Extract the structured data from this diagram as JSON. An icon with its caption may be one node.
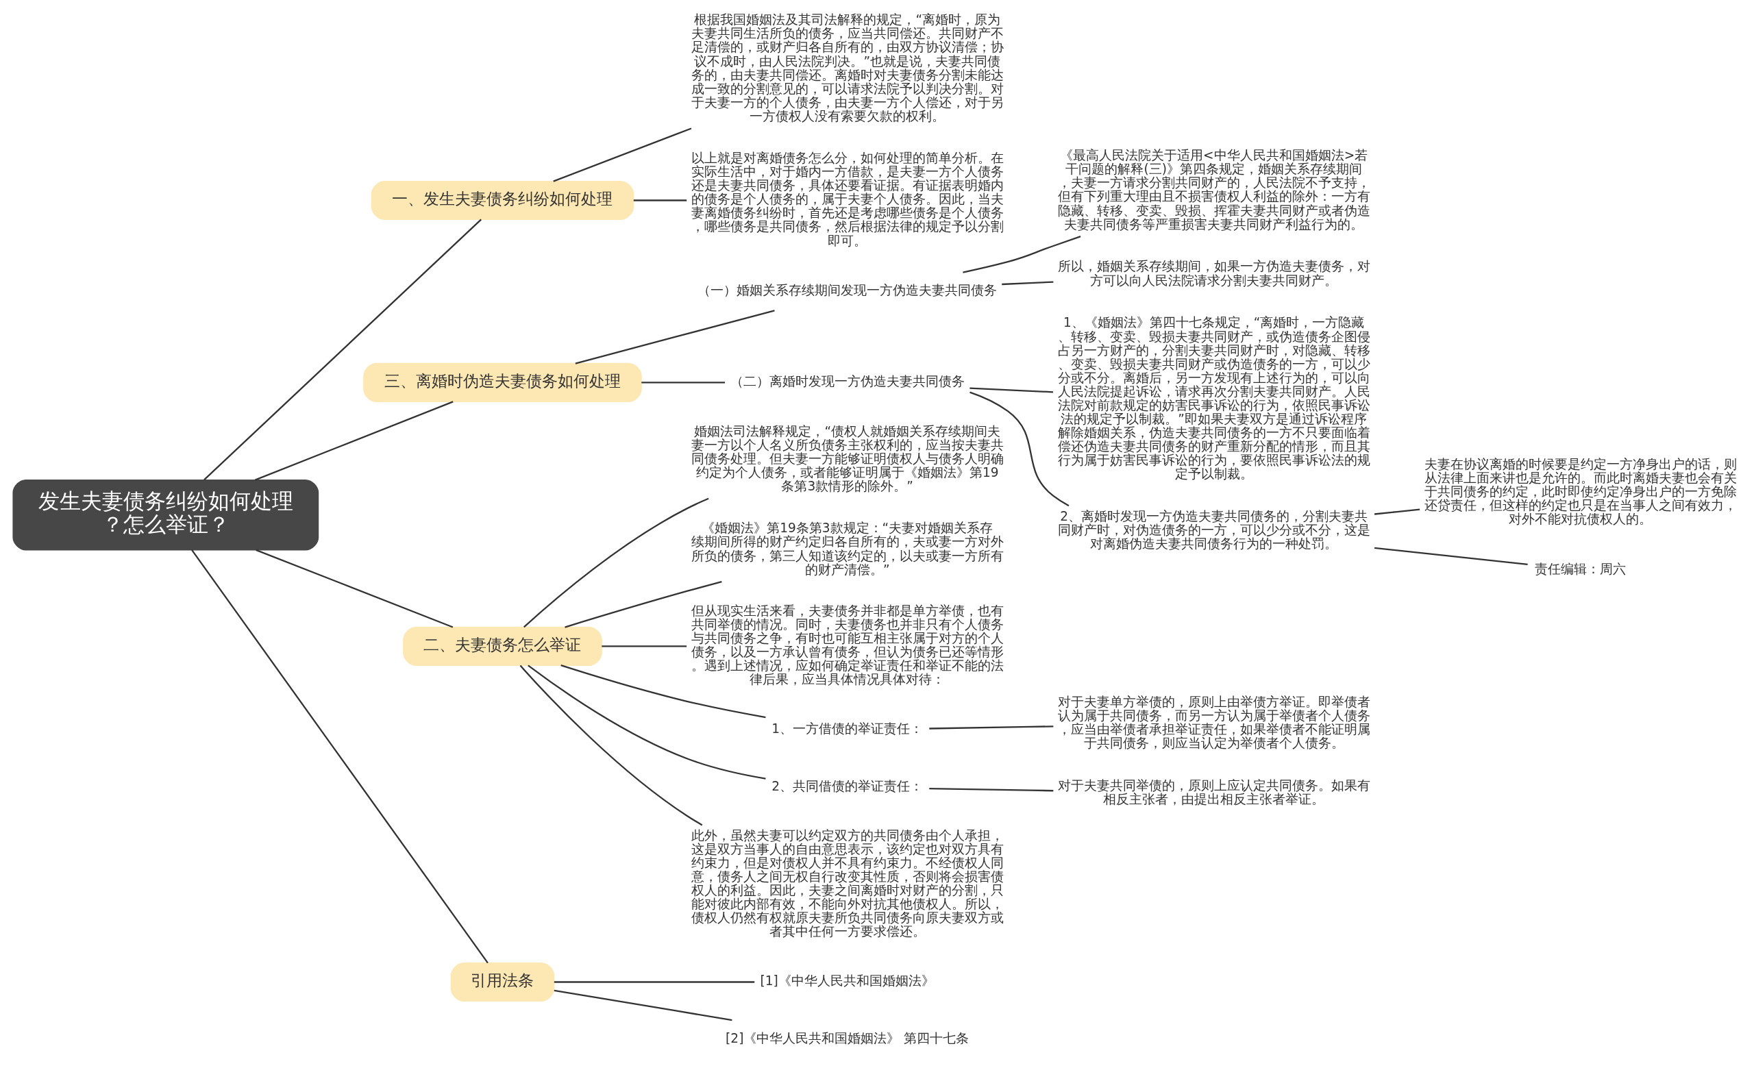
{
  "diagram": {
    "nodes": [
      {
        "text": [
          "发生夫妻债务纠纷如何处理？怎么举证？"
        ]
      },
      {
        "text": [
          "一、发生夫妻债务纠纷如何处理"
        ]
      },
      {
        "text": [
          "根据我国婚姻法及其司法解释的规定，“离婚时，原为夫妻共同生活所负的债务，应当共同偿还。共同财产不足清偿的，或财产归各自所有的，由双方协议清偿；协议不成时，由人民法院判决。”也就是说，夫妻共同债务的，由夫妻共同偿还。离婚时对夫妻债务分割未能达成一致的分割意见的，可以请求法院予以判决分割。对于夫妻一方的个人债务，由夫妻一方个人偿还，对于另一方债权人没有索要欠款的权利。"
        ]
      },
      {
        "text": [
          "以上就是对离婚债务怎么分，如何处理的简单分析。在实际生活中，对于婚内一方借款，是夫妻一方个人债务还是夫妻共同债务，具体还要看证据。有证据表明婚内的债务是个人债务的，属于夫妻个人债务。因此，当夫妻离婚债务纠纷时，首先还是考虑哪些债务是个人债务，哪些债务是共同债务，然后根据法律的规定予以分割即可。"
        ]
      },
      {
        "text": [
          "三、离婚时伪造夫妻债务如何处理"
        ]
      },
      {
        "text": [
          "（一）婚姻关系存续期间发现一方伪造夫妻共同债务"
        ]
      },
      {
        "text": [
          "《最高人民法院关于适用<中华人民共和国婚姻法>若干问题的解释(三)》第四条规定，婚姻关系存续期间，夫妻一方请求分割共同财产的，人民法院不予支持，但有下列重大理由且不损害债权人利益的除外：一方有隐藏、转移、变卖、毁损、挥霍夫妻共同财产或者伪造夫妻共同债务等严重损害夫妻共同财产利益行为的。"
        ]
      },
      {
        "text": [
          "所以，婚姻关系存续期间，如果一方伪造夫妻债务，对方可以向人民法院请求分割夫妻共同财产。"
        ]
      },
      {
        "text": [
          "（二）离婚时发现一方伪造夫妻共同债务"
        ]
      },
      {
        "text": [
          "1、《婚姻法》第四十七条规定，“离婚时，一方隐藏、转移、变卖、毁损夫妻共同财产，或伪造债务企图侵占另一方财产的，分割夫妻共同财产时，对隐藏、转移、变卖、毁损夫妻共同财产或伪造债务的一方，可以少分或不分。离婚后，另一方发现有上述行为的，可以向人民法院提起诉讼，请求再次分割夫妻共同财产。人民法院对前款规定的妨害民事诉讼的行为，依照民事诉讼法的规定予以制裁。”即如果夫妻双方是通过诉讼程序解除婚姻关系，伪造夫妻共同债务的一方不只要面临着偿还伪造夫妻共同债务的财产重新分配的情形，而且其行为属于妨害民事诉讼的行为，要依照民事诉讼法的规定予以制裁。"
        ]
      },
      {
        "text": [
          "2、离婚时发现一方伪造夫妻共同债务的，分割夫妻共同财产时，对伪造债务的一方，可以少分或不分，这是对离婚伪造夫妻共同债务行为的一种处罚。"
        ]
      },
      {
        "text": [
          "夫妻在协议离婚的时候要是约定一方净身出户的话，则从法律上面来讲也是允许的。而此时离婚夫妻也会有关于共同债务的约定，此时即使约定净身出户的一方免除还贷责任，但这样的约定也只是在当事人之间有效力，对外不能对抗债权人的。"
        ]
      },
      {
        "text": [
          "责任编辑：周六"
        ]
      },
      {
        "text": [
          "二、夫妻债务怎么举证"
        ]
      },
      {
        "text": [
          "婚姻法司法解释规定，“债权人就婚姻关系存续期间夫妻一方以个人名义所负债务主张权利的，应当按夫妻共同债务处理。但夫妻一方能够证明债权人与债务人明确约定为个人债务，或者能够证明属于《婚姻法》第19条第3款情形的除外。”"
        ]
      },
      {
        "text": [
          "《婚姻法》第19条第3款规定：“夫妻对婚姻关系存续期间所得的财产约定归各自所有的，夫或妻一方对外所负的债务，第三人知道该约定的，以夫或妻一方所有的财产清偿。”"
        ]
      },
      {
        "text": [
          "但从现实生活来看，夫妻债务并非都是单方举债，也有共同举债的情况。同时，夫妻债务也并非只有个人债务与共同债务之争，有时也可能互相主张属于对方的个人债务，以及一方承认曾有债务，但认为债务已还等情形。遇到上述情况，应如何确定举证责任和举证不能的法律后果，应当具体情况具体对待："
        ]
      },
      {
        "text": [
          "1、一方借债的举证责任："
        ]
      },
      {
        "text": [
          "对于夫妻单方举债的，原则上由举债方举证。即举债者认为属于共同债务，而另一方认为属于举债者个人债务，应当由举债者承担举证责任，如果举债者不能证明属于共同债务，则应当认定为举债者个人债务。"
        ]
      },
      {
        "text": [
          "2、共同借债的举证责任："
        ]
      },
      {
        "text": [
          "对于夫妻共同举债的，原则上应认定共同债务。如果有相反主张者，由提出相反主张者举证。"
        ]
      },
      {
        "text": [
          "此外，虽然夫妻可以约定双方的共同债务由个人承担，这是双方当事人的自由意思表示，该约定也对双方具有约束力，但是对债权人并不具有约束力。不经债权人同意，债务人之间无权自行改变其性质，否则将会损害债权人的利益。因此，夫妻之间离婚时对财产的分割，只能对彼此内部有效，不能向外对抗其他债权人。所以，债权人仍然有权就原夫妻所负共同债务向原夫妻双方或者其中任何一方要求偿还。"
        ]
      },
      {
        "text": [
          "引用法条"
        ]
      },
      {
        "text": [
          "[1]《中华人民共和国婚姻法》"
        ]
      },
      {
        "text": [
          "[2]《中华人民共和国婚姻法》 第四十七条"
        ]
      }
    ],
    "edges": [
      {
        "from": 0,
        "to": 1,
        "arrow": "none"
      },
      {
        "from": 1,
        "to": 2,
        "arrow": "none"
      },
      {
        "from": 1,
        "to": 3,
        "arrow": "none"
      },
      {
        "from": 0,
        "to": 4,
        "arrow": "none"
      },
      {
        "from": 4,
        "to": 5,
        "arrow": "none"
      },
      {
        "from": 5,
        "to": 6,
        "arrow": "none"
      },
      {
        "from": 5,
        "to": 7,
        "arrow": "none"
      },
      {
        "from": 4,
        "to": 8,
        "arrow": "none"
      },
      {
        "from": 8,
        "to": 9,
        "arrow": "none"
      },
      {
        "from": 8,
        "to": 10,
        "arrow": "none"
      },
      {
        "from": 10,
        "to": 11,
        "arrow": "none"
      },
      {
        "from": 10,
        "to": 12,
        "arrow": "none"
      },
      {
        "from": 0,
        "to": 13,
        "arrow": "none"
      },
      {
        "from": 13,
        "to": 14,
        "arrow": "none"
      },
      {
        "from": 13,
        "to": 15,
        "arrow": "none"
      },
      {
        "from": 13,
        "to": 16,
        "arrow": "none"
      },
      {
        "from": 13,
        "to": 17,
        "arrow": "none"
      },
      {
        "from": 17,
        "to": 18,
        "arrow": "none"
      },
      {
        "from": 13,
        "to": 19,
        "arrow": "none"
      },
      {
        "from": 19,
        "to": 20,
        "arrow": "none"
      },
      {
        "from": 13,
        "to": 21,
        "arrow": "none"
      },
      {
        "from": 0,
        "to": 22,
        "arrow": "none"
      },
      {
        "from": 22,
        "to": 23,
        "arrow": "none"
      },
      {
        "from": 22,
        "to": 24,
        "arrow": "none"
      }
    ]
  }
}
